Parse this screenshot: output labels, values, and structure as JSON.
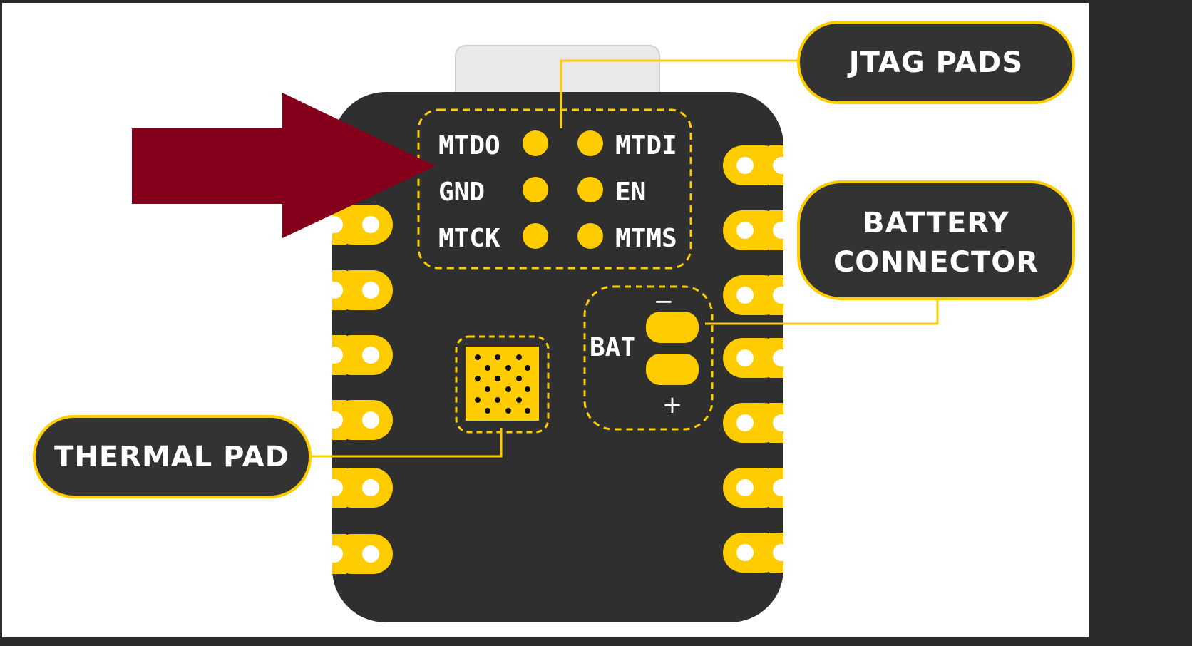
{
  "colors": {
    "board": "#2f2f2f",
    "pad_yellow": "#ffcc00",
    "callout_fill": "#333333",
    "arrow": "#84001a",
    "connector": "#e9e9e9",
    "viewer_bg": "#2b2b2b"
  },
  "jtag": {
    "left_labels": [
      "MTDO",
      "GND",
      "MTCK"
    ],
    "right_labels": [
      "MTDI",
      "EN",
      "MTMS"
    ]
  },
  "battery": {
    "label": "BAT",
    "minus": "−",
    "plus": "+"
  },
  "callouts": {
    "jtag_pads": "JTAG PADS",
    "battery_line1": "BATTERY",
    "battery_line2": "CONNECTOR",
    "thermal_pad": "THERMAL PAD"
  },
  "icons": {
    "arrow": "arrow-right-icon"
  }
}
